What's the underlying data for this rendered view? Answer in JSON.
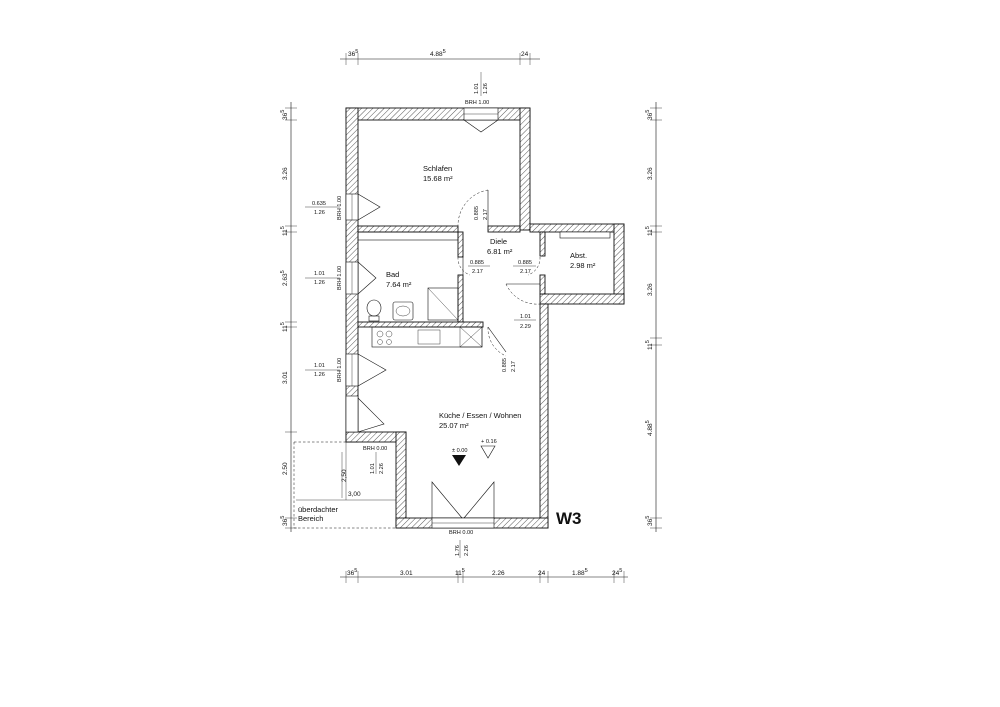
{
  "plan_label": "W3",
  "rooms": {
    "schlafen": {
      "name": "Schlafen",
      "area": "15.68 m²"
    },
    "diele": {
      "name": "Diele",
      "area": "6.81 m²"
    },
    "bad": {
      "name": "Bad",
      "area": "7.64 m²"
    },
    "abst": {
      "name": "Abst.",
      "area": "2.98 m²"
    },
    "kueche": {
      "name": "Küche / Essen / Wohnen",
      "area": "25.07 m²"
    },
    "ueberdacht": {
      "line1": "überdachter",
      "line2": "Bereich"
    }
  },
  "top_dims": {
    "a": "36",
    "a_sup": "5",
    "b": "4.88",
    "b_sup": "5",
    "c": "24"
  },
  "bottom_dims": {
    "a": "36",
    "a_sup": "5",
    "b": "3.01",
    "c": "11",
    "c_sup": "5",
    "d": "2.26",
    "e": "24",
    "f": "1.88",
    "f_sup": "5",
    "g": "24",
    "g_sup": "5"
  },
  "left_dims": {
    "a": "36",
    "a_sup": "5",
    "b": "3.26",
    "c": "11",
    "c_sup": "5",
    "d": "2.63",
    "d_sup": "5",
    "e": "11",
    "e_sup": "5",
    "f": "3.01",
    "g": "2.50",
    "h": "36",
    "h_sup": "5"
  },
  "right_dims": {
    "a": "36",
    "a_sup": "5",
    "b": "3.26",
    "c": "11",
    "c_sup": "5",
    "d": "3.26",
    "e": "11",
    "e_sup": "5",
    "f": "4.88",
    "f_sup": "5",
    "g": "36",
    "g_sup": "5"
  },
  "openings": {
    "win_top": {
      "w": "1.01",
      "h": "1.26",
      "brh": "BRH 1.00"
    },
    "win_schlafen": {
      "w": "0.635",
      "h": "1.26",
      "brh": "BRH 1.00"
    },
    "win_bad": {
      "w": "1.01",
      "h": "1.26",
      "brh": "BRH 1.00"
    },
    "win_kueche": {
      "w": "1.01",
      "h": "1.26",
      "brh": "BRH 1.00"
    },
    "door_schlafen": {
      "w": "0.885",
      "h": "2.17"
    },
    "door_bad": {
      "w": "0.885",
      "h": "2.17"
    },
    "door_abst": {
      "w": "0.885",
      "h": "2.17"
    },
    "door_entry": {
      "w": "1.01",
      "h": "2.29"
    },
    "door_kueche": {
      "w": "0.885",
      "h": "2.17"
    },
    "door_terrace": {
      "w": "1.01",
      "h": "2.26",
      "brh": "BRH 0.00"
    },
    "door_bottom": {
      "w": "1.76",
      "h": "2.26",
      "brh": "BRH 0.00"
    }
  },
  "levels": {
    "floor": "± 0.00",
    "step": "+ 0.16"
  },
  "terrace_dims": {
    "depth": "2,50",
    "width": "3,00"
  }
}
